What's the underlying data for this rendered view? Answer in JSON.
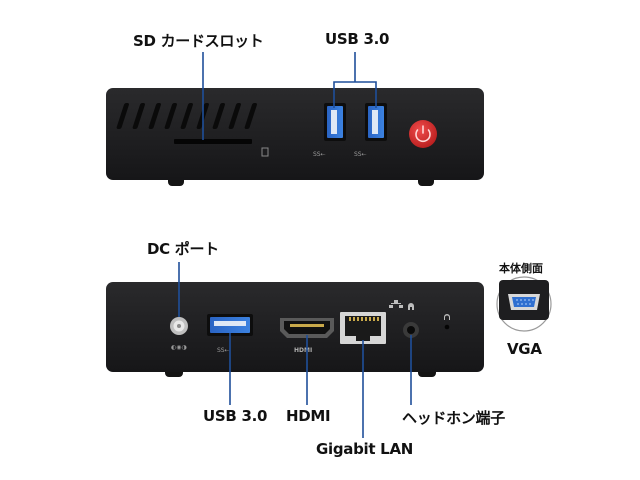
{
  "front_panel": {
    "labels": {
      "sd_card_slot": "SD カードスロット",
      "usb_30": "USB 3.0"
    },
    "port_marks": {
      "ss_usb": "SS⇠"
    }
  },
  "rear_panel": {
    "labels": {
      "dc_port": "DC ポート",
      "usb_30": "USB 3.0",
      "hdmi": "HDMI",
      "gigabit_lan": "Gigabit LAN",
      "headphone_jack": "ヘッドホン端子"
    },
    "port_marks": {
      "ss_usb": "SS⇠",
      "hdmi": "HDMI"
    }
  },
  "side_inset": {
    "title": "本体側面",
    "label": "VGA"
  },
  "colors": {
    "device_body": "#1f1f21",
    "usb_blue": "#2f6fd0",
    "callout_line": "#1f4f9a",
    "power_red": "#d42a2a"
  }
}
